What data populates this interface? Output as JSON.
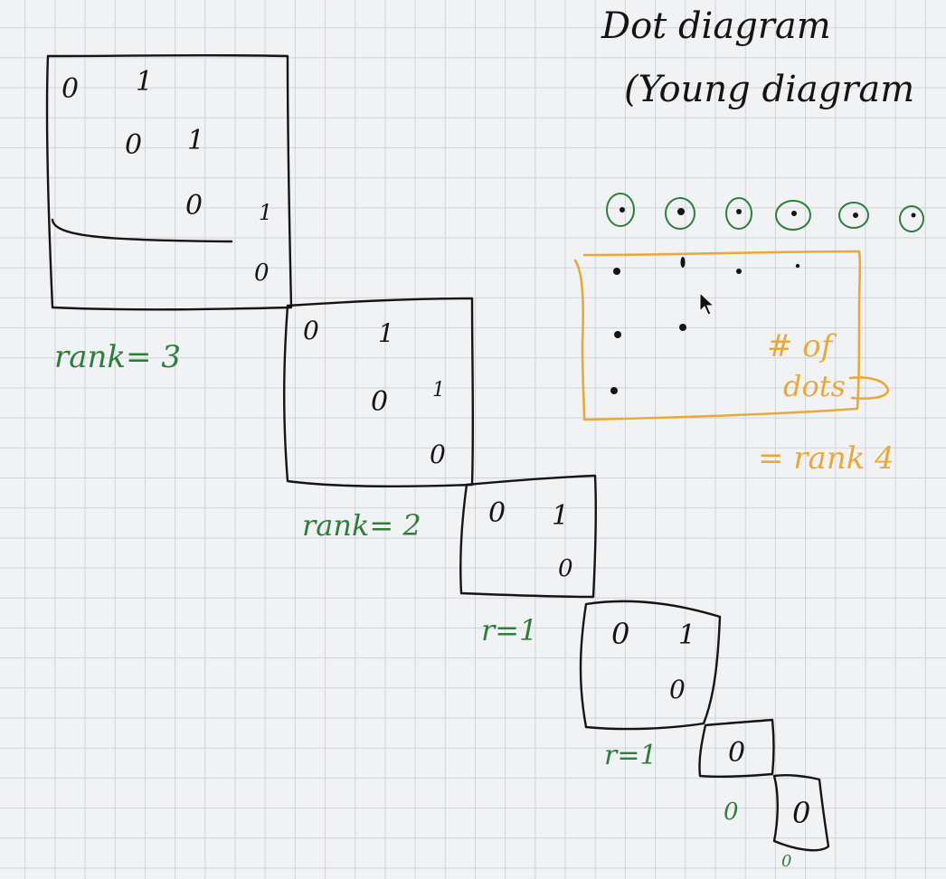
{
  "title": {
    "line1": "Dot diagram",
    "line2": "(Young diagram"
  },
  "colors": {
    "ink": "#141414",
    "green": "#2f7d3c",
    "orange": "#e8a93a",
    "paper": "#f1f2f4",
    "grid": "#cfd3d9"
  },
  "blocks": [
    {
      "rank_label": "rank= 3",
      "zeros": [
        "0",
        "0",
        "0",
        "0"
      ],
      "ones": [
        "1",
        "1",
        "1"
      ]
    },
    {
      "rank_label": "rank= 2",
      "zeros": [
        "0",
        "0",
        "0"
      ],
      "ones": [
        "1",
        "1"
      ]
    },
    {
      "rank_label": "r=1",
      "zeros": [
        "0",
        "0"
      ],
      "ones": [
        "1"
      ]
    },
    {
      "rank_label": "r=1",
      "zeros": [
        "0",
        "0"
      ],
      "ones": [
        "1"
      ]
    },
    {
      "rank_label": "0",
      "zeros": [
        "0"
      ],
      "ones": []
    },
    {
      "rank_label": "0",
      "zeros": [
        "0"
      ],
      "ones": []
    }
  ],
  "dot_diagram": {
    "top_circles": 6,
    "rows": [
      4,
      2,
      1
    ],
    "annotation_line1": "# of",
    "annotation_line2": "dots",
    "annotation_line3": "= rank 4"
  }
}
